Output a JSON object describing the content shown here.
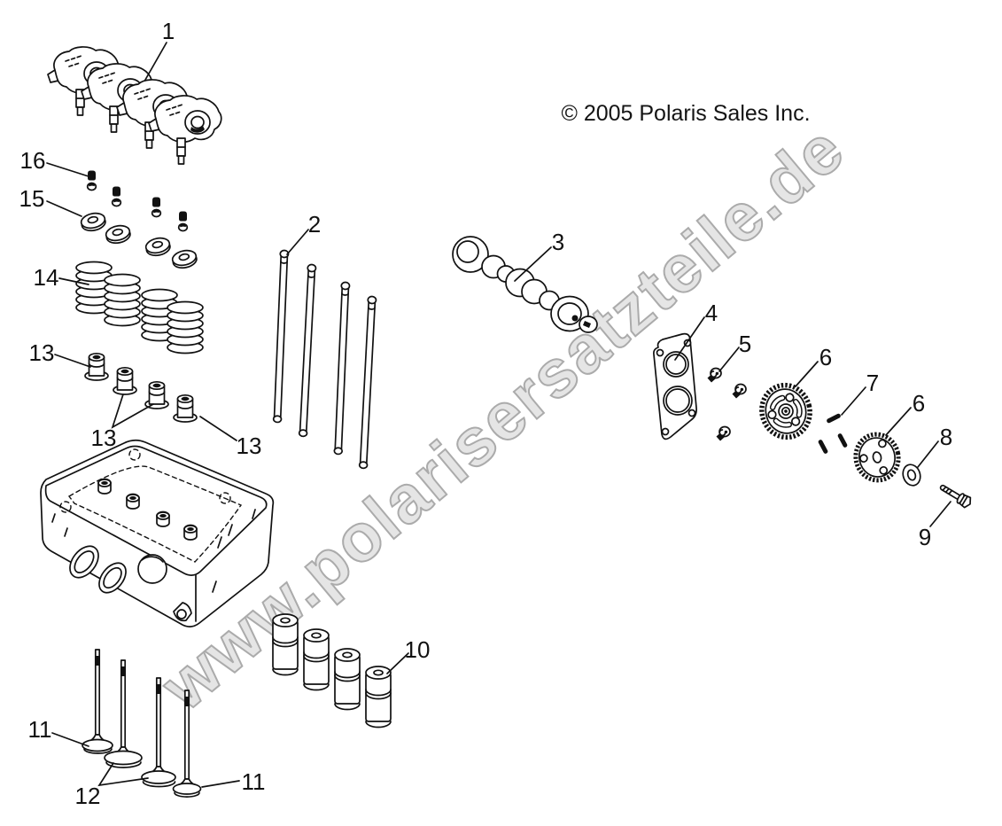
{
  "diagram": {
    "copyright": "© 2005 Polaris Sales Inc.",
    "watermark": "www.polarisersatzteile.de",
    "colors": {
      "line": "#111111",
      "label": "#111111",
      "watermark_fill": "#e5e5e5",
      "watermark_outline": "#ababab",
      "background": "#ffffff"
    }
  },
  "callouts": [
    {
      "label": "1"
    },
    {
      "label": "16"
    },
    {
      "label": "15"
    },
    {
      "label": "14"
    },
    {
      "label": "13"
    },
    {
      "label": "13"
    },
    {
      "label": "13"
    },
    {
      "label": "2"
    },
    {
      "label": "3"
    },
    {
      "label": "4"
    },
    {
      "label": "5"
    },
    {
      "label": "6"
    },
    {
      "label": "7"
    },
    {
      "label": "6"
    },
    {
      "label": "8"
    },
    {
      "label": "9"
    },
    {
      "label": "10"
    },
    {
      "label": "11"
    },
    {
      "label": "12"
    },
    {
      "label": "11"
    }
  ]
}
